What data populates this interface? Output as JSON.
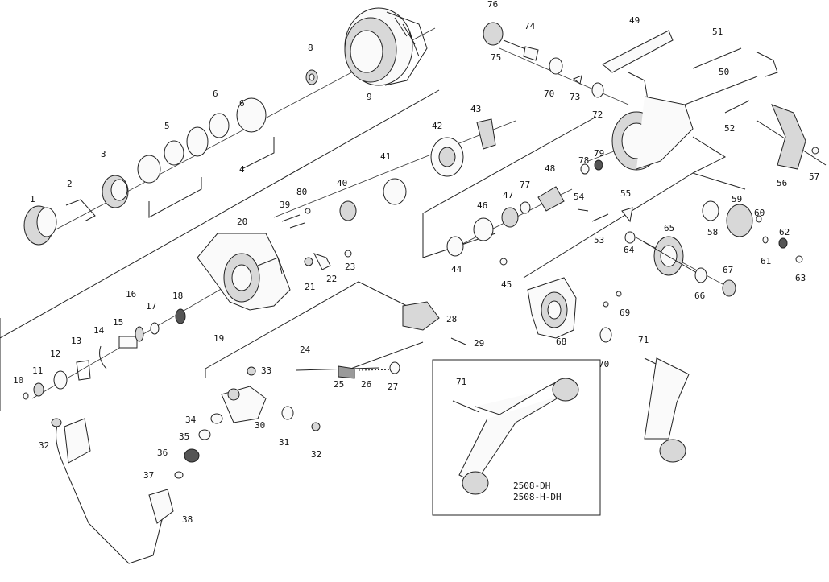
{
  "parts": [
    "1",
    "2",
    "3",
    "4",
    "5",
    "6",
    "6",
    "8",
    "9",
    "10",
    "11",
    "12",
    "13",
    "14",
    "15",
    "16",
    "17",
    "18",
    "19",
    "20",
    "21",
    "22",
    "23",
    "24",
    "25",
    "26",
    "27",
    "28",
    "29",
    "30",
    "31",
    "32",
    "32",
    "33",
    "34",
    "35",
    "36",
    "37",
    "38",
    "39",
    "40",
    "41",
    "42",
    "43",
    "44",
    "45",
    "46",
    "47",
    "48",
    "49",
    "50",
    "51",
    "52",
    "53",
    "54",
    "55",
    "56",
    "57",
    "58",
    "59",
    "60",
    "61",
    "62",
    "63",
    "64",
    "65",
    "66",
    "67",
    "68",
    "69",
    "70",
    "70",
    "71",
    "71",
    "72",
    "73",
    "74",
    "75",
    "76",
    "77",
    "78",
    "79",
    "80"
  ],
  "inset": {
    "part": "71",
    "models": [
      "2508-DH",
      "2508-H-DH"
    ]
  }
}
